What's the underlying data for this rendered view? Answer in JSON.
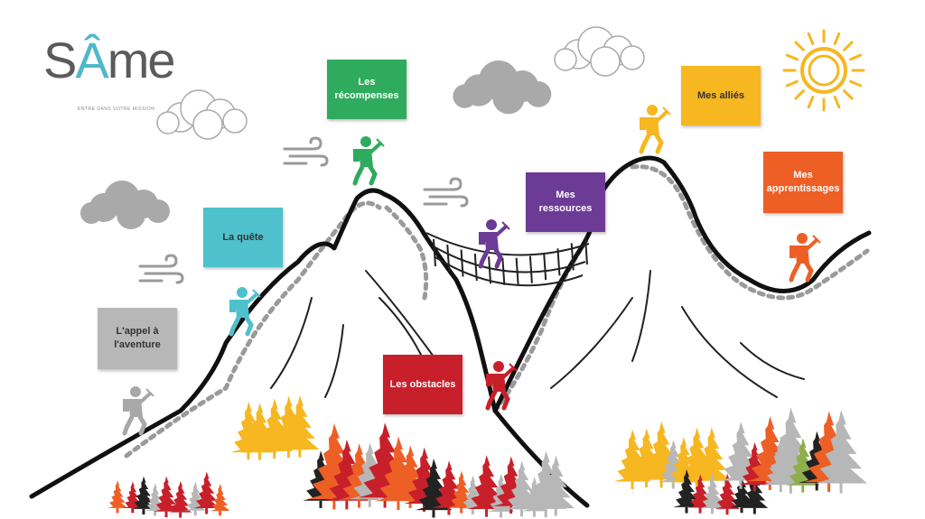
{
  "logo": {
    "wordmark": "SÂme",
    "tagline": "ENTRE DANS VOTRE MISSION",
    "accent_color": "#4fb8c9"
  },
  "stages": [
    {
      "id": "appel",
      "label": "L'appel à\nl'aventure",
      "color": "#b7b7b7"
    },
    {
      "id": "quete",
      "label": "La quête",
      "color": "#4fc1cc"
    },
    {
      "id": "recompenses",
      "label": "Les\nrécompenses",
      "color": "#2eab5c"
    },
    {
      "id": "obstacles",
      "label": "Les obstacles",
      "color": "#c8202a"
    },
    {
      "id": "ressources",
      "label": "Mes ressources",
      "color": "#6c3b96"
    },
    {
      "id": "allies",
      "label": "Mes alliés",
      "color": "#f6b721"
    },
    {
      "id": "apprentissages",
      "label": "Mes\napprentissages",
      "color": "#ee5f25"
    }
  ],
  "climbers": [
    {
      "stage": "appel",
      "color": "#a8a8a8"
    },
    {
      "stage": "quete",
      "color": "#4fc1cc"
    },
    {
      "stage": "recompenses",
      "color": "#2eab5c"
    },
    {
      "stage": "ressources",
      "color": "#6c3b96"
    },
    {
      "stage": "obstacles",
      "color": "#c8202a"
    },
    {
      "stage": "allies",
      "color": "#f6b721"
    },
    {
      "stage": "apprentissages",
      "color": "#ee5f25"
    }
  ],
  "decor": {
    "sun_color": "#f6b721",
    "cloud_grey": "#a9a9a9",
    "tree_colors": [
      "#f6b721",
      "#ee5f25",
      "#c8202a",
      "#222222",
      "#b7b7b7",
      "#8db04b"
    ]
  }
}
